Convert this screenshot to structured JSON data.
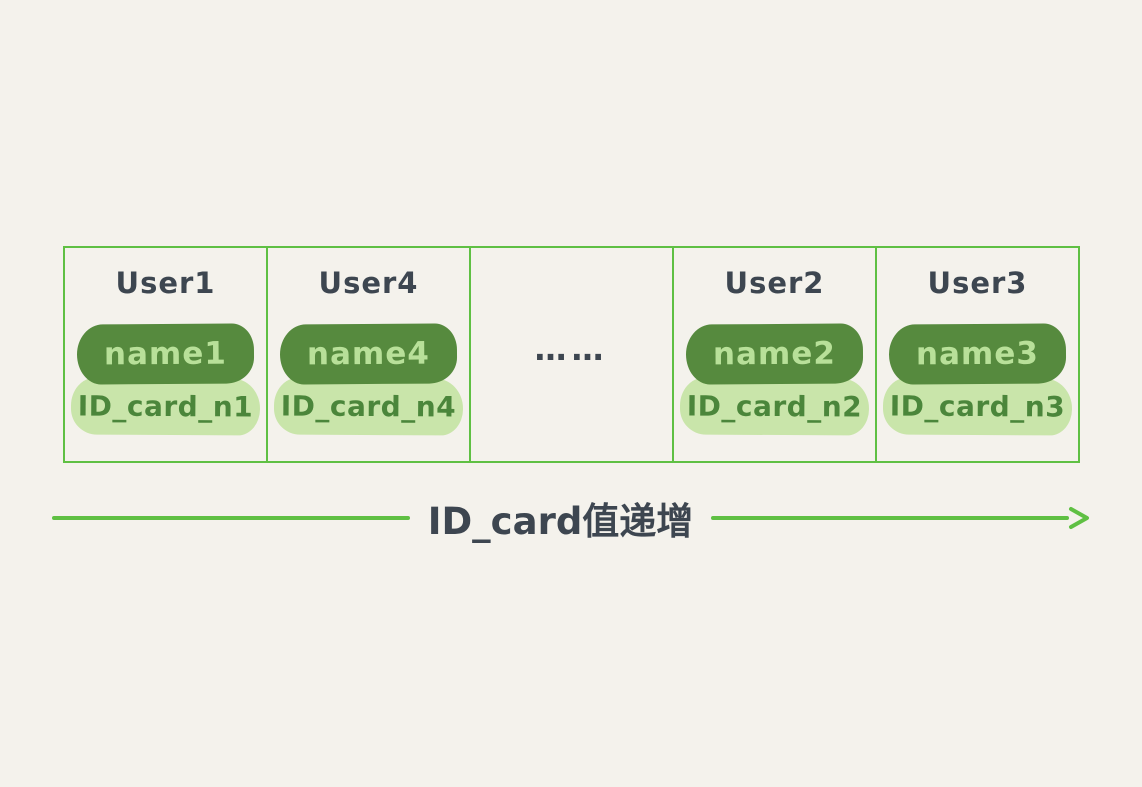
{
  "diagram": {
    "cells": [
      {
        "user": "User1",
        "name": "name1",
        "id_card": "ID_card_n1"
      },
      {
        "user": "User4",
        "name": "name4",
        "id_card": "ID_card_n4"
      },
      {
        "ellipsis": "……"
      },
      {
        "user": "User2",
        "name": "name2",
        "id_card": "ID_card_n2"
      },
      {
        "user": "User3",
        "name": "name3",
        "id_card": "ID_card_n3"
      }
    ],
    "arrow_label": "ID_card值递增"
  },
  "colors": {
    "background": "#f4f2ec",
    "border_green": "#5fc043",
    "dark_pill": "#568a3e",
    "light_pill": "#c9e5aa",
    "name_text": "#b8e099",
    "id_text": "#4b863b",
    "dark_text": "#3d4650"
  }
}
